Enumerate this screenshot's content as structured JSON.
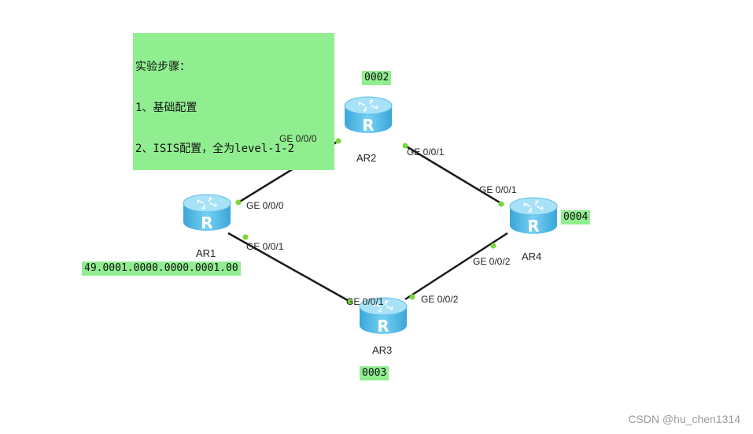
{
  "steps": {
    "title": "实验步骤：",
    "step1": "1、基础配置",
    "step2": "2、ISIS配置，全为level-1-2"
  },
  "routers": {
    "ar1": {
      "name": "AR1",
      "tag": "49.0001.0000.0000.0001.00"
    },
    "ar2": {
      "name": "AR2",
      "tag": "0002"
    },
    "ar3": {
      "name": "AR3",
      "tag": "0003"
    },
    "ar4": {
      "name": "AR4",
      "tag": "0004"
    }
  },
  "ports": {
    "ar2_to_ar1": "GE 0/0/0",
    "ar1_to_ar2": "GE 0/0/0",
    "ar2_to_ar4": "GE 0/0/1",
    "ar4_to_ar2": "GE 0/0/1",
    "ar1_to_ar3": "GE 0/0/1",
    "ar3_to_ar1": "GE 0/0/1",
    "ar3_to_ar4": "GE 0/0/2",
    "ar4_to_ar3": "GE 0/0/2"
  },
  "colors": {
    "note_bg": "#90ee90",
    "router_body": "#5cc2ec",
    "router_top": "#9fdcf7",
    "link": "#1a1a1a",
    "port_dot": "#7ad63a"
  },
  "icons": {
    "router": "router-icon"
  },
  "watermark": "CSDN @hu_chen1314"
}
